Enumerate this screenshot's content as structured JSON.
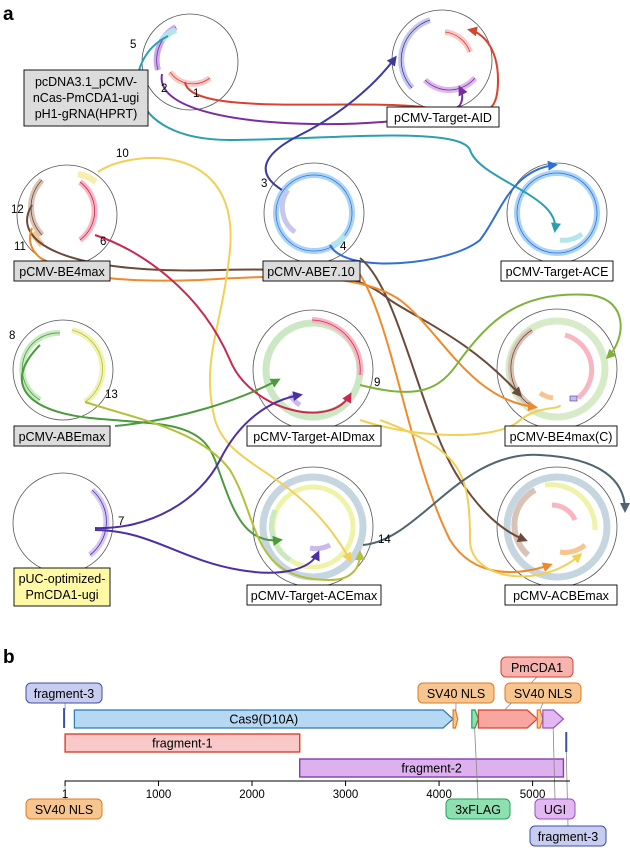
{
  "panels": {
    "a": "a",
    "b": "b"
  },
  "plasmids": [
    {
      "id": "pcDNA",
      "label_lines": [
        "pcDNA3.1_pCMV-",
        "nCas-PmCDA1-ugi",
        "pH1-gRNA(HPRT)"
      ],
      "label_style": "gray"
    },
    {
      "id": "targetAID",
      "label_lines": [
        "pCMV-Target-AID"
      ],
      "label_style": "white"
    },
    {
      "id": "be4max",
      "label_lines": [
        "pCMV-BE4max"
      ],
      "label_style": "gray"
    },
    {
      "id": "abe710",
      "label_lines": [
        "pCMV-ABE7.10"
      ],
      "label_style": "gray"
    },
    {
      "id": "targetACE",
      "label_lines": [
        "pCMV-Target-ACE"
      ],
      "label_style": "white"
    },
    {
      "id": "abemax",
      "label_lines": [
        "pCMV-ABEmax"
      ],
      "label_style": "gray"
    },
    {
      "id": "targetAIDmax",
      "label_lines": [
        "pCMV-Target-AIDmax"
      ],
      "label_style": "white"
    },
    {
      "id": "be4maxC",
      "label_lines": [
        "pCMV-BE4max(C)"
      ],
      "label_style": "white"
    },
    {
      "id": "puc",
      "label_lines": [
        "pUC-optimized-",
        "PmCDA1-ugi"
      ],
      "label_style": "yellow"
    },
    {
      "id": "targetACEmax",
      "label_lines": [
        "pCMV-Target-ACEmax"
      ],
      "label_style": "white"
    },
    {
      "id": "acbemax",
      "label_lines": [
        "pCMV-ACBEmax"
      ],
      "label_style": "white"
    }
  ],
  "fragment_numbers": [
    "1",
    "2",
    "3",
    "4",
    "5",
    "6",
    "7",
    "8",
    "9",
    "10",
    "11",
    "12",
    "13",
    "14"
  ],
  "colors": {
    "gray_box": "#dcdcdc",
    "yellow_box": "#fff9a6",
    "red": "#d8432f",
    "purple": "#7a2da0",
    "teal": "#2a9fb0",
    "blue": "#2f6fd6",
    "navy": "#3a3aa0",
    "brown": "#6b4a3a",
    "orange": "#ef8a2a",
    "gold": "#f2cf55",
    "crimson": "#c8294f",
    "green": "#4a9a3e",
    "olive": "#b4bf3a",
    "indigo": "#4c2fa6",
    "lime": "#7fb23a",
    "slate": "#4f6570"
  },
  "panel_b": {
    "axis": {
      "min": 0,
      "max": 5400,
      "ticks": [
        "1",
        "1000",
        "2000",
        "3000",
        "4000",
        "5000"
      ]
    },
    "features": [
      {
        "name": "Cas9(D10A)",
        "start": 100,
        "end": 4150,
        "row": "main",
        "color": "#b7d8f2",
        "stroke": "#2a7ab8"
      },
      {
        "name": "SV40 NLS",
        "start": 4150,
        "end": 4200,
        "row": "main",
        "color": "#f7c58f",
        "stroke": "#e07b1f"
      },
      {
        "name": "3xFLAG",
        "start": 4350,
        "end": 4420,
        "row": "main",
        "color": "#8fe0b0",
        "stroke": "#1e9f5a"
      },
      {
        "name": "PmCDA1",
        "start": 4420,
        "end": 5050,
        "row": "main",
        "color": "#f7a6a0",
        "stroke": "#d8432f"
      },
      {
        "name": "SV40 NLS",
        "start": 5050,
        "end": 5110,
        "row": "main",
        "color": "#f7c58f",
        "stroke": "#e07b1f"
      },
      {
        "name": "UGI",
        "start": 5110,
        "end": 5330,
        "row": "main",
        "color": "#e2b8f0",
        "stroke": "#9b4fc4"
      },
      {
        "name": "fragment-1",
        "start": 1,
        "end": 2510,
        "row": "frag1",
        "color": "#f9c9ca",
        "stroke": "#d8432f"
      },
      {
        "name": "fragment-2",
        "start": 2510,
        "end": 5330,
        "row": "frag2",
        "color": "#ddb0ee",
        "stroke": "#8a3bb0"
      }
    ],
    "callouts": {
      "fragment3_top": "fragment-3",
      "sv40_top1": "SV40 NLS",
      "pmcda1_top": "PmCDA1",
      "sv40_top2": "SV40 NLS",
      "sv40_bottom": "SV40 NLS",
      "flag_bottom": "3xFLAG",
      "ugi_bottom": "UGI",
      "fragment3_bottom": "fragment-3"
    }
  }
}
